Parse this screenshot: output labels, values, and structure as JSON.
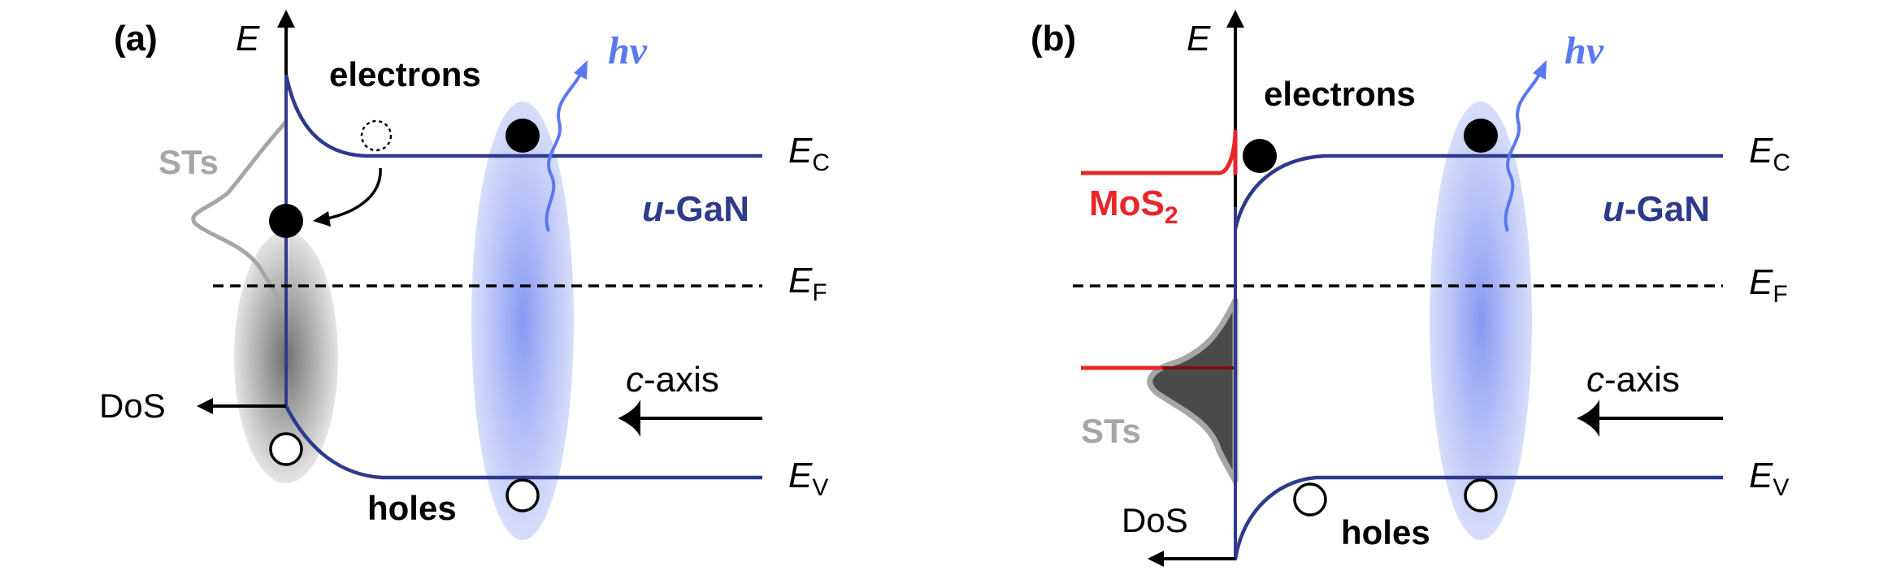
{
  "panel_a": {
    "panel_label": "(a)",
    "energy_axis": "E",
    "electrons_label": "electrons",
    "holes_label": "holes",
    "surface_states_label": "STs",
    "photon_label": "hν",
    "material_prefix": "u",
    "material_suffix": "-GaN",
    "ec_main": "E",
    "ec_sub": "C",
    "ef_main": "E",
    "ef_sub": "F",
    "ev_main": "E",
    "ev_sub": "V",
    "caxis_prefix": "c",
    "caxis_suffix": "-axis",
    "dos_label": "DoS"
  },
  "panel_b": {
    "panel_label": "(b)",
    "energy_axis": "E",
    "electrons_label": "electrons",
    "holes_label": "holes",
    "surface_states_label": "STs",
    "photon_label": "hν",
    "mos2_main": "MoS",
    "mos2_sub": "2",
    "material_prefix": "u",
    "material_suffix": "-GaN",
    "ec_main": "E",
    "ec_sub": "C",
    "ef_main": "E",
    "ef_sub": "F",
    "ev_main": "E",
    "ev_sub": "V",
    "caxis_prefix": "c",
    "caxis_suffix": "-axis",
    "dos_label": "DoS"
  },
  "colors": {
    "band": "#2e3a8c",
    "photon": "#5a78f0",
    "mos2": "#e8262a",
    "surface_states": "#a6a6a6",
    "filled_states": "#4a4a4a"
  }
}
